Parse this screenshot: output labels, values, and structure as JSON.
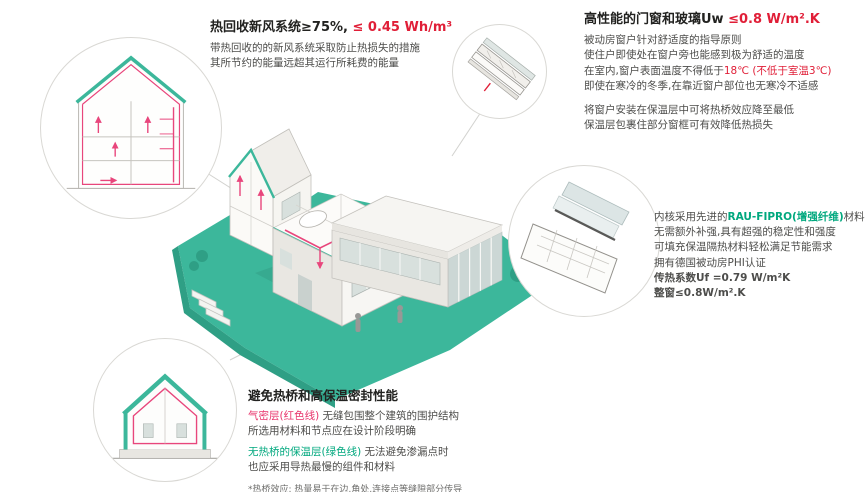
{
  "colors": {
    "accent_teal": "#3cb79b",
    "dark_teal": "#2f9f85",
    "text_red": "#e01e37",
    "duct_magenta": "#e8467c",
    "accent_green": "#00a87e"
  },
  "hrv": {
    "title_black": "热回收新风系统≥75%, ",
    "title_red": "≤ 0.45 Wh/m³",
    "body": [
      "带热回收的的新风系统采取防止热损失的措施",
      "其所节约的能量远超其运行所耗费的能量"
    ]
  },
  "windows": {
    "title_black": "高性能的门窗和玻璃Uw ",
    "title_red": "≤0.8 W/m².K",
    "para1": [
      "被动房窗户针对舒适度的指导原则",
      "使住户即使处在窗户旁也能感到极为舒适的温度"
    ],
    "temp_line": {
      "black": "在室内,窗户表面温度不得低于",
      "red": "18℃ (不低于室温3℃)"
    },
    "para1b": "即使在寒冷的冬季,在靠近窗户部位也无寒冷不适感",
    "para2": [
      "将窗户安装在保温层中可将热桥效应降至最低",
      "保温层包裹住部分窗框可有效降低热损失"
    ]
  },
  "profile": {
    "line1_black": "内核采用先进的",
    "line1_green": "RAU-FIPRO(增强纤维)",
    "line1_black2": "材料",
    "lines": [
      "无需额外补强,具有超强的稳定性和强度",
      "可填充保温隔热材料轻松满足节能需求",
      "拥有德国被动房PHI认证"
    ],
    "uf_value": "传热系数Uf =0.79 W/m²K",
    "uw_value": "整窗≤0.8W/m².K"
  },
  "thermal": {
    "title": "避免热桥和高保温密封性能",
    "airtight_label": "气密层(红色线)",
    "airtight_rest": " 无缝包围整个建筑的围护结构",
    "line2": "所选用材料和节点应在设计阶段明确",
    "insulation_label": "无热桥的保温层(绿色线)",
    "insulation_rest": " 无法避免渗漏点时",
    "line4": "也应采用导热最慢的组件和材料",
    "footnote": "*热桥效应: 热量易于在边,角处,连接点等缝隙部分传导"
  }
}
